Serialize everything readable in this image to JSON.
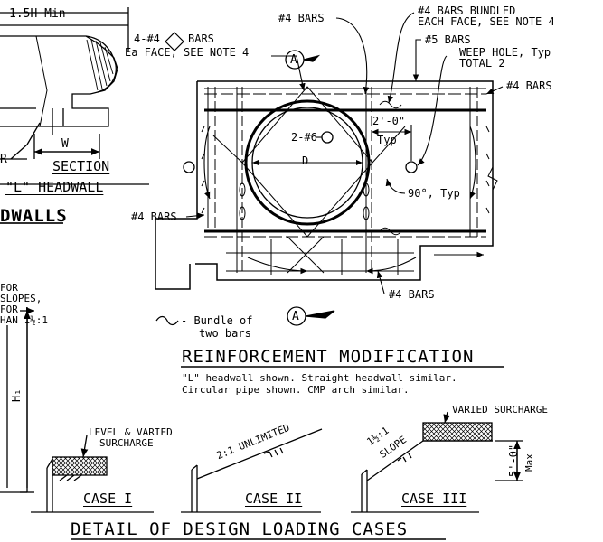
{
  "left_section": {
    "dim_top": "1.5H Min",
    "w_label": "W",
    "r_label": "R",
    "section_title": "SECTION",
    "l_headwall": "\"L\" HEADWALL",
    "headwalls_title": "DWALLS",
    "slope_note_1": "FOR",
    "slope_note_2": "SLOPES,",
    "slope_note_3": "FOR",
    "slope_note_4": "HAN 1½:1",
    "h1_label": "H₁"
  },
  "reinforcement": {
    "bars_note_1": "4-#4",
    "bars_note_2": "BARS",
    "bars_note_3": "Ea FACE, SEE NOTE 4",
    "section_marker": "A",
    "top_bars": "#4 BARS",
    "bundled_1": "#4 BARS BUNDLED",
    "bundled_2": "EACH FACE, SEE NOTE 4",
    "bars_5": "#5 BARS",
    "weep_1": "WEEP HOLE, Typ",
    "weep_2": "TOTAL 2",
    "right_bars": "#4 BARS",
    "dim_2ft": "2'-0\"",
    "typ": "Typ",
    "bars_6": "2-#6",
    "diameter": "D",
    "angle": "90°, Typ",
    "left_bars": "#4 BARS",
    "bottom_bars": "#4 BARS",
    "bundle_legend_1": "- Bundle of",
    "bundle_legend_2": "two bars",
    "title": "REINFORCEMENT MODIFICATION",
    "note_1": "\"L\" headwall shown. Straight headwall similar.",
    "note_2": "Circular pipe shown. CMP arch similar."
  },
  "loading_cases": {
    "level_surcharge_1": "LEVEL & VARIED",
    "level_surcharge_2": "SURCHARGE",
    "unlimited": "2:1 UNLIMITED",
    "varied_surcharge": "VARIED SURCHARGE",
    "slope_1": "1½:1",
    "slope_2": "SLOPE",
    "dim_5ft": "5'-0\"",
    "max": "Max",
    "case_1": "CASE I",
    "case_2": "CASE II",
    "case_3": "CASE III",
    "title": "DETAIL OF DESIGN LOADING CASES"
  }
}
